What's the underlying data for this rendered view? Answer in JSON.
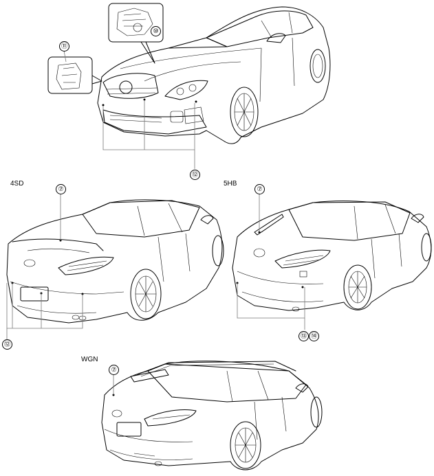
{
  "views": {
    "sd4": {
      "label": "4SD"
    },
    "hb5": {
      "label": "5HB"
    },
    "wgn": {
      "label": "WGN"
    }
  },
  "callouts": {
    "c7_sd": "⑦",
    "c7_hb": "⑦",
    "c7_wgn": "⑦",
    "c10": "⑩",
    "c11": "⑪",
    "c12_front": "⑫",
    "c12_sd": "⑫",
    "c13": "⑬",
    "c14": "⑭"
  }
}
